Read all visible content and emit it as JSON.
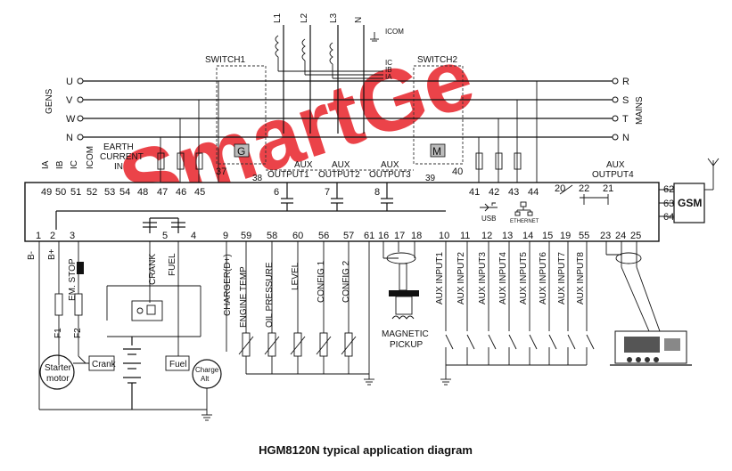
{
  "caption": "HGM8120N typical application diagram",
  "watermark": "SmartGe",
  "phases_top": [
    "L1",
    "L2",
    "L3",
    "N"
  ],
  "icom_label": "ICOM",
  "ct_labels": [
    "IC",
    "IB",
    "IA"
  ],
  "switch1": "SWITCH1",
  "switch2": "SWITCH2",
  "gens_label": "GENS",
  "mains_label": "MAINS",
  "gen_lines": [
    "U",
    "V",
    "W",
    "N"
  ],
  "mains_lines": [
    "R",
    "S",
    "T",
    "N"
  ],
  "gen_symbol": "G",
  "mains_symbol": "M",
  "top_left_labels": [
    "IA",
    "IB",
    "IC",
    "ICOM"
  ],
  "earth_label": [
    "EARTH",
    "CURRENT",
    "IN"
  ],
  "term_37": "37",
  "term_38": "38",
  "term_39": "39",
  "term_40": "40",
  "aux_outputs": [
    {
      "top": "AUX",
      "bottom": "OUTPUT1",
      "term": "6"
    },
    {
      "top": "AUX",
      "bottom": "OUTPUT2",
      "term": "7"
    },
    {
      "top": "AUX",
      "bottom": "OUTPUT3",
      "term": "8"
    }
  ],
  "aux_output4": [
    "AUX",
    "OUTPUT4"
  ],
  "upper_terms_left": [
    "49",
    "50",
    "51",
    "52",
    "53",
    "54",
    "48",
    "47",
    "46",
    "45"
  ],
  "upper_terms_right": [
    "41",
    "42",
    "43",
    "44"
  ],
  "out4_terms": [
    "20",
    "22",
    "21"
  ],
  "gsm_terms": [
    "62",
    "63",
    "64"
  ],
  "gsm_label": "GSM",
  "usb_label": "USB",
  "ethernet_label": "ETHERNET",
  "lower_terms": [
    "1",
    "2",
    "3",
    "5",
    "4",
    "9",
    "59",
    "58",
    "60",
    "56",
    "57",
    "61",
    "16",
    "17",
    "18",
    "10",
    "11",
    "12",
    "13",
    "14",
    "15",
    "19",
    "55",
    "23",
    "24",
    "25"
  ],
  "left_side": [
    "B-",
    "B+",
    "EM. STOP"
  ],
  "crank_label": "CRANK",
  "fuel_label": "FUEL",
  "charger_label": "CHARGER(D+)",
  "sensors": [
    "ENGINE TEMP",
    "OIL PRESSURE",
    "LEVEL",
    "CONFIG 1",
    "CONFIG 2"
  ],
  "aux_inputs": [
    "AUX INPUT1",
    "AUX INPUT2",
    "AUX INPUT3",
    "AUX INPUT4",
    "AUX INPUT5",
    "AUX INPUT6",
    "AUX INPUT7",
    "AUX INPUT8"
  ],
  "magnetic_pickup": [
    "MAGNETIC",
    "PICKUP"
  ],
  "fuses": [
    "F1",
    "F2"
  ],
  "starter": [
    "Starter",
    "motor"
  ],
  "crank_box": "Crank",
  "fuel_box": "Fuel",
  "charge_alt": [
    "Charge",
    "Alt"
  ]
}
